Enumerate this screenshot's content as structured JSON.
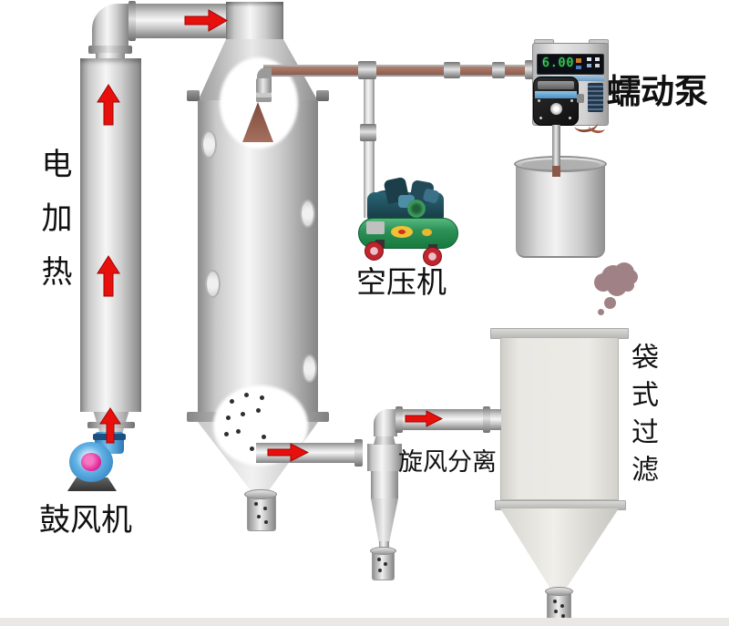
{
  "labels": {
    "electric_heating": "电加热",
    "blower": "鼓风机",
    "air_compressor": "空压机",
    "peristaltic_pump": "蠕动泵",
    "cyclone_separator": "旋风分离",
    "bag_filter": "袋式过滤"
  },
  "pump": {
    "display_value": "6.00"
  },
  "colors": {
    "arrow_red": "#e8100c",
    "spray_brown": "#96604d",
    "powder_cloud": "#a08186",
    "compressor_green": "#2f9e5e",
    "blower_blue": "#3f9fd8",
    "blower_hub_pink": "#e7148c",
    "pump_display_green": "#3fe060"
  }
}
